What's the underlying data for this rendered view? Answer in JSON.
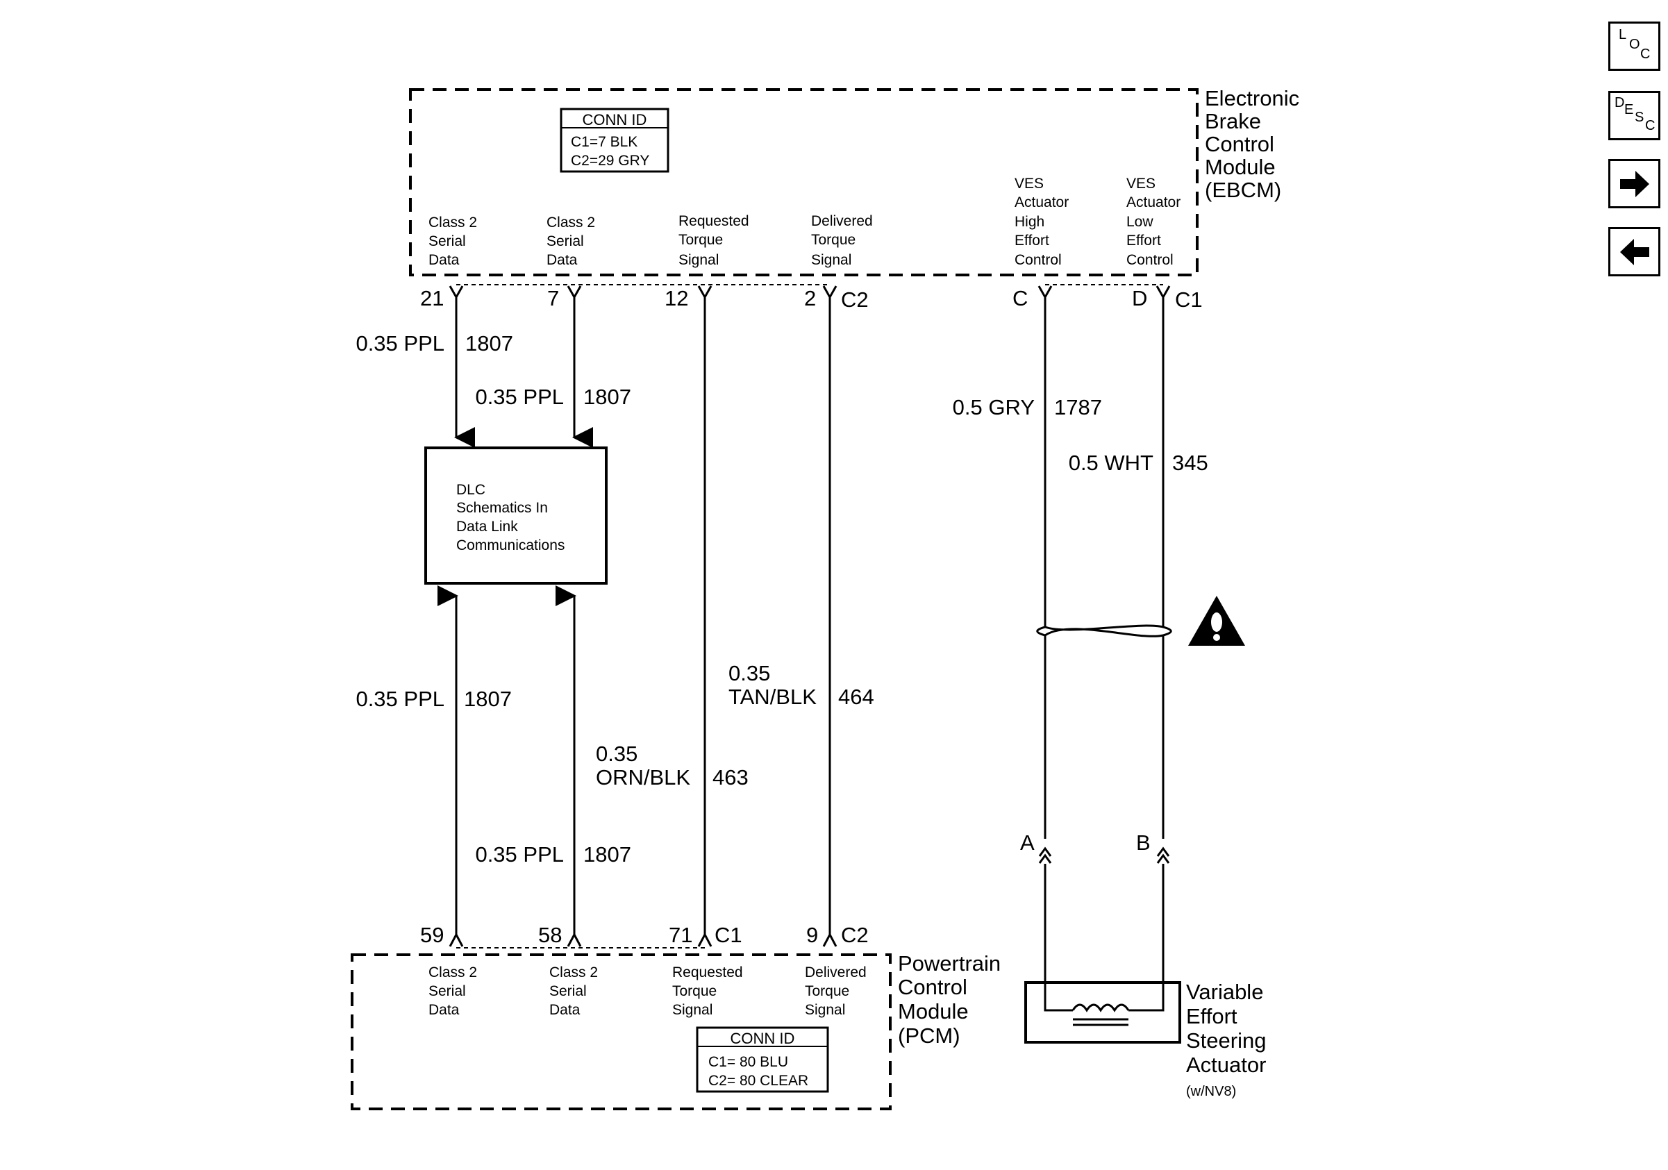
{
  "ebcm": {
    "name_lines": [
      "Electronic",
      "Brake",
      "Control",
      "Module",
      "(EBCM)"
    ],
    "conn_id": {
      "title": "CONN ID",
      "lines": [
        "C1=7 BLK",
        "C2=29 GRY"
      ]
    },
    "pins": [
      {
        "lines": [
          "Class 2",
          "Serial",
          "Data"
        ],
        "pin": "21"
      },
      {
        "lines": [
          "Class 2",
          "Serial",
          "Data"
        ],
        "pin": "7"
      },
      {
        "lines": [
          "Requested",
          "Torque",
          "Signal"
        ],
        "pin": "12"
      },
      {
        "lines": [
          "Delivered",
          "Torque",
          "Signal"
        ],
        "pin": "2",
        "connector": "C2"
      },
      {
        "lines": [
          "VES",
          "Actuator",
          "High",
          "Effort",
          "Control"
        ],
        "pin": "C"
      },
      {
        "lines": [
          "VES",
          "Actuator",
          "Low",
          "Effort",
          "Control"
        ],
        "pin": "D",
        "connector": "C1"
      }
    ]
  },
  "pcm": {
    "name_lines": [
      "Powertrain",
      "Control",
      "Module",
      "(PCM)"
    ],
    "conn_id": {
      "title": "CONN ID",
      "lines": [
        "C1= 80 BLU",
        "C2= 80 CLEAR"
      ]
    },
    "pins": [
      {
        "lines": [
          "Class 2",
          "Serial",
          "Data"
        ],
        "pin": "59"
      },
      {
        "lines": [
          "Class 2",
          "Serial",
          "Data"
        ],
        "pin": "58"
      },
      {
        "lines": [
          "Requested",
          "Torque",
          "Signal"
        ],
        "pin": "71",
        "connector": "C1"
      },
      {
        "lines": [
          "Delivered",
          "Torque",
          "Signal"
        ],
        "pin": "9",
        "connector": "C2"
      }
    ]
  },
  "dlc": {
    "lines": [
      "DLC",
      "Schematics In",
      "Data Link",
      "Communications"
    ]
  },
  "wires": {
    "ebcm_21": {
      "gauge_color": "0.35 PPL",
      "circuit": "1807"
    },
    "ebcm_7": {
      "gauge_color": "0.35 PPL",
      "circuit": "1807"
    },
    "pcm_59": {
      "gauge_color": "0.35 PPL",
      "circuit": "1807"
    },
    "pcm_58": {
      "gauge_color": "0.35 PPL",
      "circuit": "1807"
    },
    "requested_torque": {
      "gauge_lines": [
        "0.35",
        "ORN/BLK"
      ],
      "circuit": "463"
    },
    "delivered_torque": {
      "gauge_lines": [
        "0.35",
        "TAN/BLK"
      ],
      "circuit": "464"
    },
    "ves_high": {
      "gauge_color": "0.5 GRY",
      "circuit": "1787"
    },
    "ves_low": {
      "gauge_color": "0.5 WHT",
      "circuit": "345"
    }
  },
  "actuator": {
    "pins": [
      "A",
      "B"
    ],
    "name_lines": [
      "Variable",
      "Effort",
      "Steering",
      "Actuator"
    ],
    "option": "(w/NV8)"
  },
  "nav": {
    "loc": {
      "letters": [
        "L",
        "O",
        "C"
      ],
      "icon": "loc-icon"
    },
    "desc": {
      "letters": [
        "D",
        "E",
        "S",
        "C"
      ],
      "icon": "desc-icon"
    },
    "next": {
      "icon": "arrow-right-icon"
    },
    "prev": {
      "icon": "arrow-left-icon"
    }
  },
  "caution_icon": "caution-triangle-icon"
}
